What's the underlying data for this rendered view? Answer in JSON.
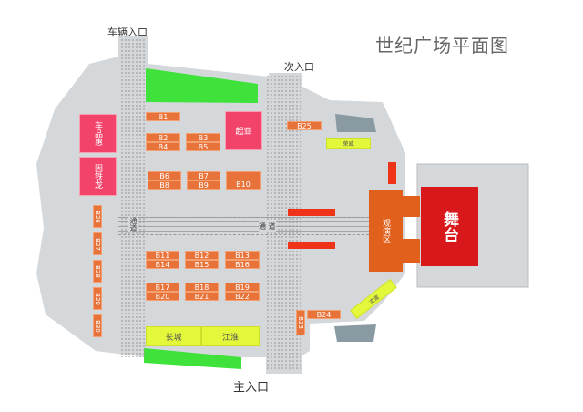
{
  "title": "世纪广场平面图",
  "entrances": {
    "vehicle": "车辆入口",
    "secondary": "次入口",
    "main": "主入口"
  },
  "aisle": {
    "left": "通道",
    "center": "通 道"
  },
  "brands": {
    "chepinhui": "车品惠",
    "tietielong": "固铁龙",
    "kia": "起亚",
    "changcheng": "长城",
    "jianghuai": "江淮",
    "yellow_top": "荣威",
    "yellow_diag": "凌渡",
    "viewing": "观演区",
    "stage": "舞台"
  },
  "booths": {
    "B1": "B1",
    "B2": "B2",
    "B3": "B3",
    "B4": "B4",
    "B5": "B5",
    "B6": "B6",
    "B7": "B7",
    "B8": "B8",
    "B9": "B9",
    "B10": "B10",
    "B11": "B11",
    "B12": "B12",
    "B13": "B13",
    "B14": "B14",
    "B15": "B15",
    "B16": "B16",
    "B17": "B17",
    "B18": "B18",
    "B19": "B19",
    "B20": "B20",
    "B21": "B21",
    "B22": "B22",
    "B23": "B23",
    "B24": "B24",
    "B25": "B25",
    "B26": "B26",
    "B27": "B27",
    "B28": "B28",
    "B29": "B29",
    "B30": "B30"
  },
  "colors": {
    "floor": "#d5d8db",
    "booth": "#e8733a",
    "brand": "#f2436a",
    "green": "#3ee23a",
    "yellow": "#e3f83a",
    "stage": "#d9181c",
    "viewing": "#e0601c"
  }
}
